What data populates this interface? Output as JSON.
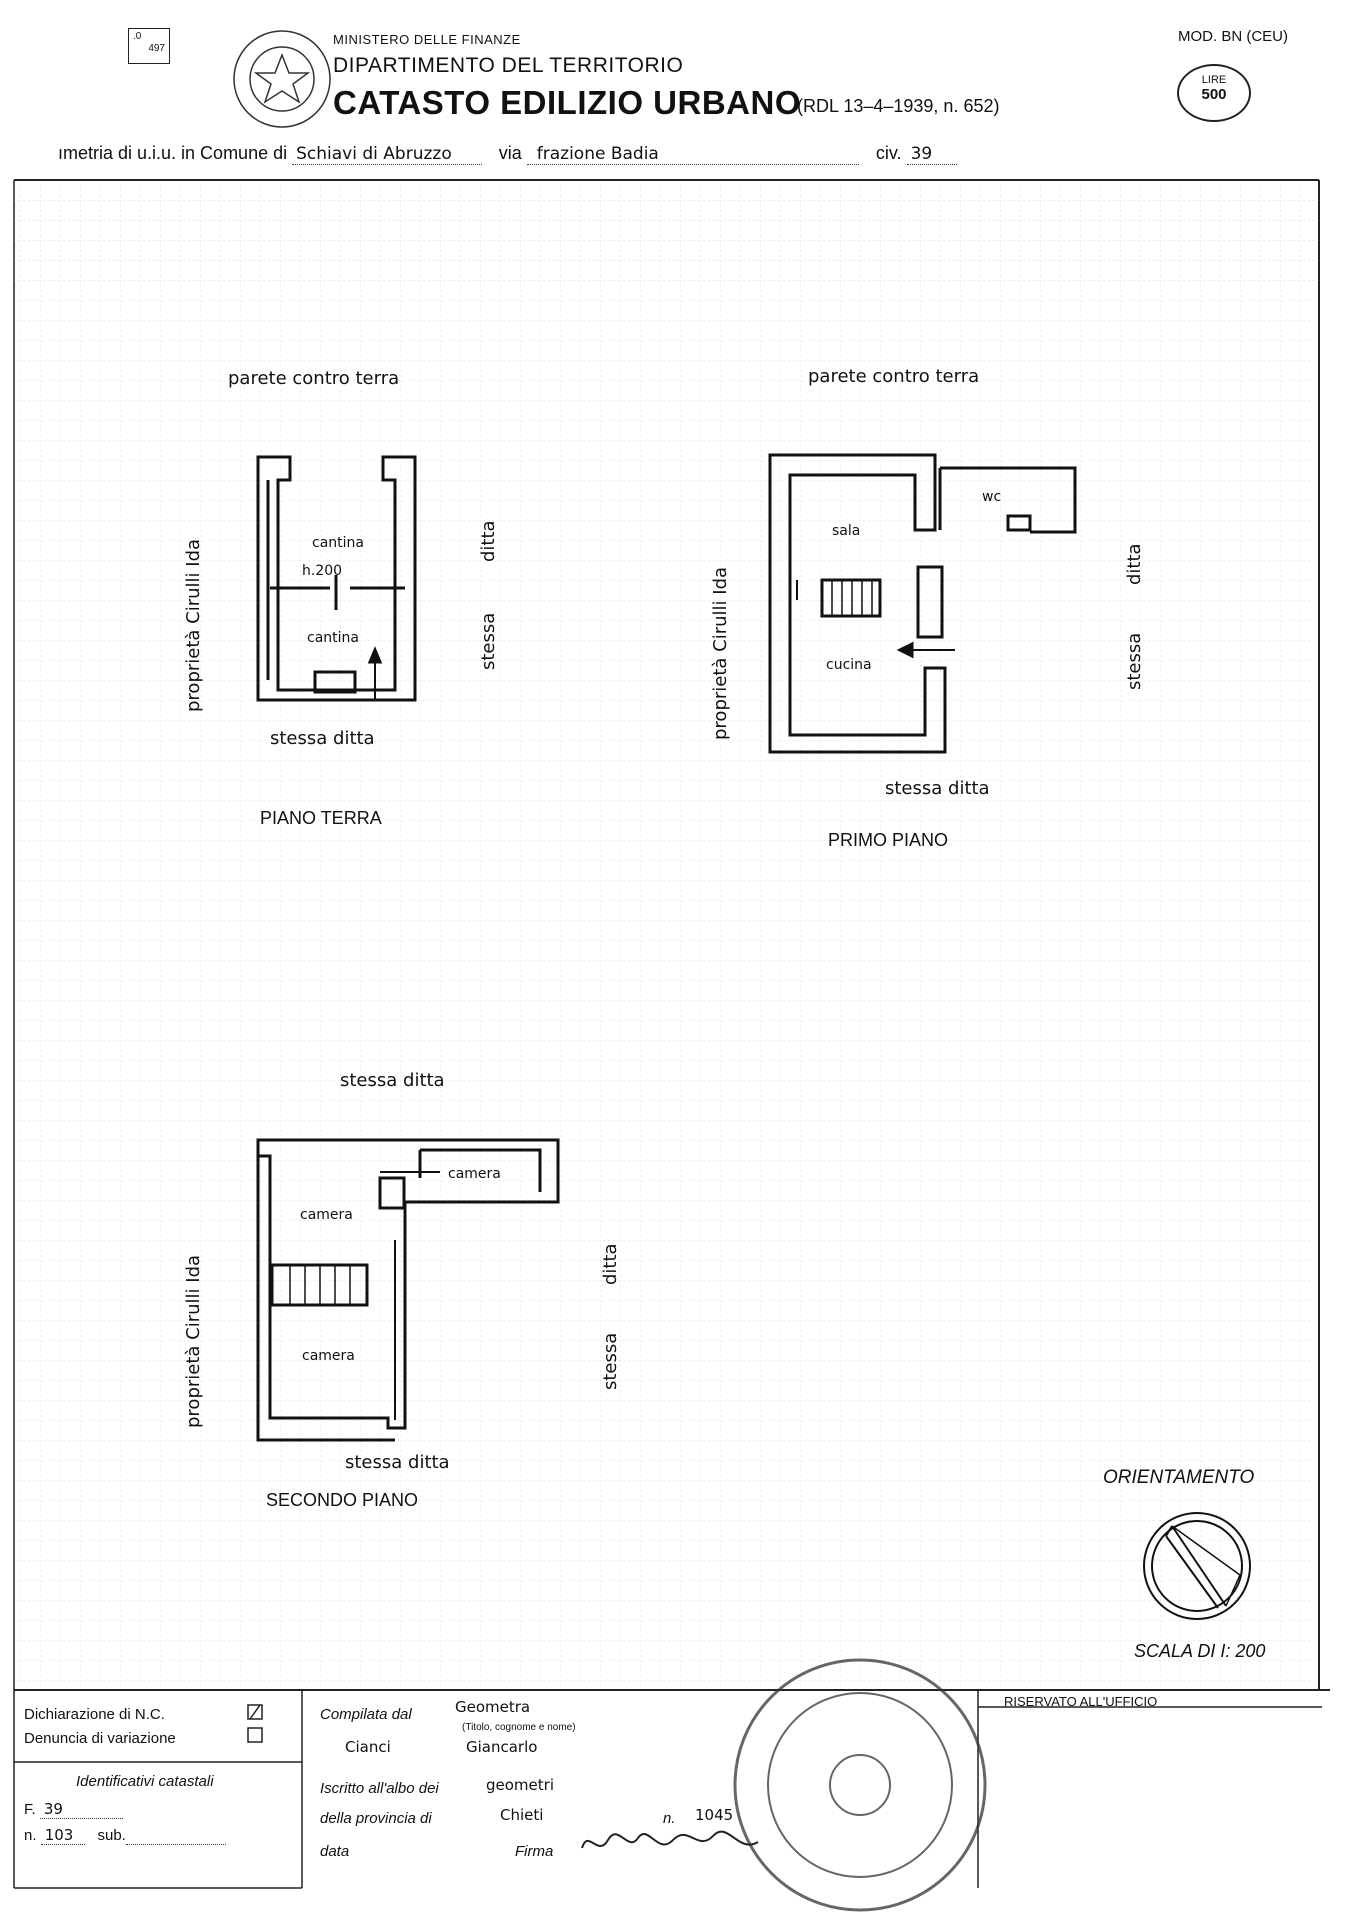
{
  "header": {
    "box_code_top": ".0",
    "box_code_bottom": "497",
    "ministry": "MINISTERO DELLE FINANZE",
    "department": "DIPARTIMENTO DEL TERRITORIO",
    "title": "CATASTO EDILIZIO URBANO",
    "law_ref": "(RDL 13–4–1939, n. 652)",
    "model": "MOD. BN (CEU)",
    "stamp_currency": "LIRE",
    "stamp_value": "500"
  },
  "plan_line": {
    "prefix": "ımetria di u.i.u. in Comune di",
    "comune": "Schiavi di Abruzzo",
    "via_label": "via",
    "via_value": "frazione Badia",
    "civ_label": "civ.",
    "civ_value": "39"
  },
  "piano_terra": {
    "top_label": "parete contro terra",
    "left_label": "proprietà Cirulli Ida",
    "right_label_1": "ditta",
    "right_label_2": "stessa",
    "bottom_label": "stessa ditta",
    "rooms": [
      "cantina",
      "h.200",
      "cantina"
    ],
    "floor_name": "PIANO TERRA"
  },
  "primo_piano": {
    "top_label": "parete contro terra",
    "left_label": "proprietà Cirulli Ida",
    "right_label_1": "ditta",
    "right_label_2": "stessa",
    "bottom_label": "stessa ditta",
    "rooms": [
      "sala",
      "wc",
      "cucina"
    ],
    "floor_name": "PRIMO PIANO"
  },
  "secondo_piano": {
    "top_label": "stessa ditta",
    "left_label": "proprietà Cirulli Ida",
    "right_label_1": "ditta",
    "right_label_2": "stessa",
    "bottom_label": "stessa ditta",
    "rooms": [
      "camera",
      "camera",
      "camera"
    ],
    "floor_name": "SECONDO PIANO"
  },
  "orientation": {
    "title": "ORIENTAMENTO",
    "scale": "SCALA DI I: 200"
  },
  "footer": {
    "declaration_nc": "Dichiarazione di N.C.",
    "declaration_checked": true,
    "denuncia": "Denuncia di variazione",
    "ident_title": "Identificativi catastali",
    "f_label": "F.",
    "f_value": "39",
    "n_label": "n.",
    "n_value": "103",
    "sub_label": "sub.",
    "compiled_by_label": "Compilata dal",
    "compiled_by_value": "Geometra",
    "title_note": "(Titolo, cognome e nome)",
    "surname": "Cianci",
    "name": "Giancarlo",
    "albo_label": "Iscritto all'albo dei",
    "albo_value": "geometri",
    "provincia_label": "della provincia di",
    "provincia_value": "Chieti",
    "n_albo_label": "n.",
    "n_albo_value": "1045",
    "data_label": "data",
    "firma_label": "Firma",
    "reserved": "RISERVATO ALL'UFFICIO"
  }
}
